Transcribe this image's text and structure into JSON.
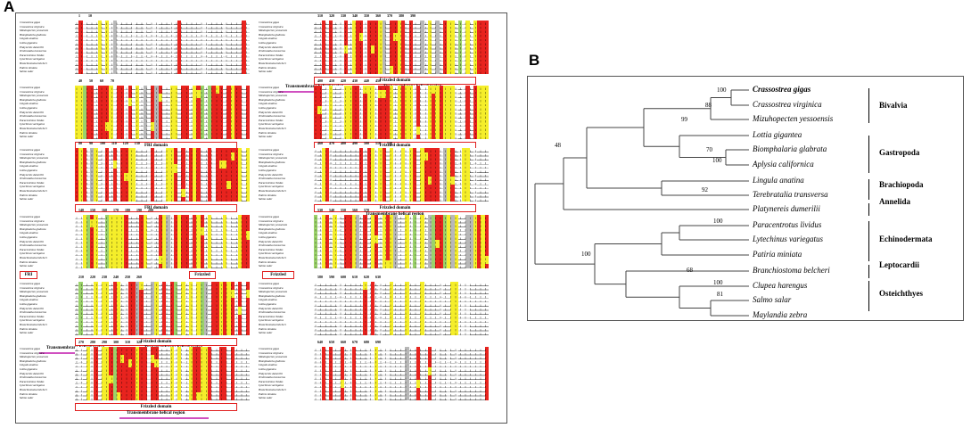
{
  "panel_a": {
    "label": "A",
    "species": [
      "Crassostrea gigas",
      "Crassostrea virginica",
      "Mizuhopecten yessoensis",
      "Biomphalaria glabrata",
      "Lingula anatina",
      "Lottia gigantea",
      "Platynereis dumerilii",
      "Terebratalia transversa",
      "Paracentrotus lividus",
      "Lytechinus variegatus",
      "Branchiostoma belcheri",
      "Patiria miniata",
      "Salmo salar"
    ],
    "blocks": [
      {
        "id": "b1",
        "numbers": "1         10",
        "domains": [],
        "tm": []
      },
      {
        "id": "b2",
        "numbers": "310       320       330       340       350       360       370       380       390",
        "domains": [
          {
            "text": "Frizzled domain"
          }
        ],
        "tm": [
          {
            "text": "Transmembrane helical region"
          },
          {
            "text": "Transmembrane helical region"
          }
        ]
      },
      {
        "id": "b3",
        "numbers": "40        50        60        70",
        "domains": [
          {
            "text": "FRI domain"
          }
        ],
        "tm": []
      },
      {
        "id": "b4",
        "numbers": "400       410       420       430       440       450",
        "domains": [
          {
            "text": "Frizzled domain"
          }
        ],
        "tm": [
          {
            "text": "Transmembrane helical region"
          }
        ]
      },
      {
        "id": "b5",
        "numbers": "80        90        100       110       120       130",
        "domains": [
          {
            "text": "FRI domain"
          }
        ],
        "tm": []
      },
      {
        "id": "b6",
        "numbers": "460       470       480       490       500       510       520",
        "domains": [
          {
            "text": "Frizzled domain"
          }
        ],
        "tm": [
          {
            "text": "Transmembrane helical region"
          }
        ]
      },
      {
        "id": "b7",
        "numbers": "140       150       160       170       180       190       200",
        "domains": [
          {
            "text": "FRI"
          },
          {
            "text": "Frizzled"
          }
        ],
        "tm": []
      },
      {
        "id": "b8",
        "numbers": "530       540       550       560       570",
        "domains": [
          {
            "text": "Frizzled"
          }
        ],
        "tm": []
      },
      {
        "id": "b9",
        "numbers": "210       220       230       240       250       260",
        "domains": [
          {
            "text": "Frizzled domain"
          }
        ],
        "tm": [
          {
            "text": "Transmembrane helical region"
          },
          {
            "text": "Transmembrane helical region"
          }
        ]
      },
      {
        "id": "b10",
        "numbers": "580       590       600       610       620       630",
        "domains": [],
        "tm": []
      },
      {
        "id": "b11",
        "numbers": "270       280       290       300       310       320",
        "domains": [
          {
            "text": "Frizzled domain"
          }
        ],
        "tm": [
          {
            "text": "Transmembrane helical region"
          }
        ]
      },
      {
        "id": "b12",
        "numbers": "640       650       660       670       680       690",
        "domains": [],
        "tm": []
      }
    ],
    "colors": {
      "identical": "#e8231e",
      "similar": "#f5ee2a",
      "conserved": "#9bd26a",
      "gray": "#b8b8b8",
      "tm": "#d050c0",
      "domain_border": "#e02020"
    }
  },
  "panel_b": {
    "label": "B",
    "taxa": [
      "Crassostrea gigas",
      "Crassostrea virginica",
      "Mizuhopecten yessoensis",
      "Lottia gigantea",
      "Biomphalaria glabrata",
      "Aplysia californica",
      "Lingula anatina",
      "Terebratalia transversa",
      "Platynereis dumerilii",
      "Paracentrotus lividus",
      "Lytechinus variegatus",
      "Patiria miniata",
      "Branchiostoma belcheri",
      "Clupea harengus",
      "Salmo salar",
      "Maylandia zebra"
    ],
    "bootstrap": [
      "100",
      "88",
      "99",
      "70",
      "100",
      "48",
      "92",
      "100",
      "100",
      "68",
      "100",
      "81"
    ],
    "clades": [
      "Bivalvia",
      "Gastropoda",
      "Brachiopoda",
      "Annelida",
      "Echinodermata",
      "Leptocardii",
      "Osteichthyes"
    ]
  }
}
